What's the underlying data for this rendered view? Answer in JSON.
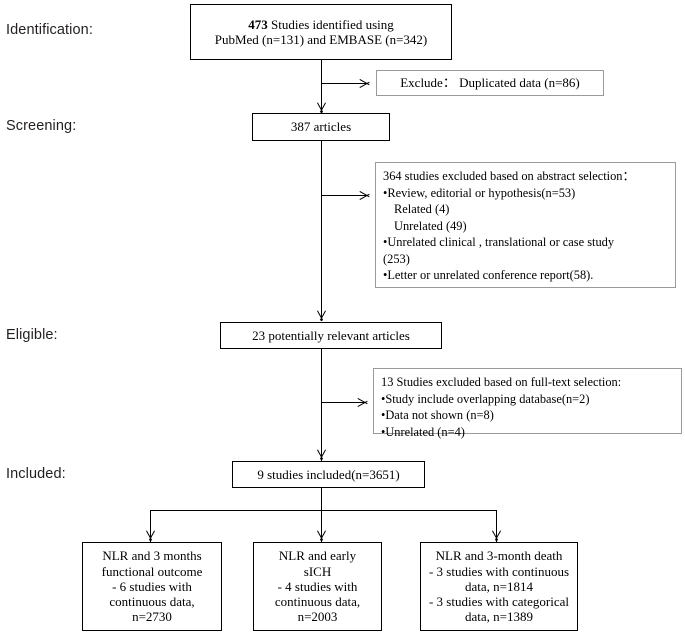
{
  "diagram": {
    "title": "PRISMA study selection flow diagram",
    "stages": [
      {
        "id": "identification",
        "label": "Identification:"
      },
      {
        "id": "screening",
        "label": "Screening:"
      },
      {
        "id": "eligible",
        "label": "Eligible:"
      },
      {
        "id": "included",
        "label": "Included:"
      }
    ],
    "identified_box": {
      "line1_bold": "473",
      "line1_rest": " Studies identified using",
      "line2": "PubMed (n=131) and EMBASE (n=342)"
    },
    "duplicate_exclude_box": {
      "text": "Exclude：  Duplicated data (n=86)"
    },
    "articles_box": {
      "text": "387  articles"
    },
    "abstract_exclude_box": {
      "heading": "364  studies excluded based on abstract selection：",
      "items": [
        "•Review, editorial or hypothesis(n=53)",
        "Related (4)",
        "Unrelated (49)",
        "•Unrelated clinical , translational or case study",
        "(253)",
        "•Letter or unrelated conference report(58)."
      ]
    },
    "relevant_box": {
      "text": "23  potentially relevant articles"
    },
    "fulltext_exclude_box": {
      "heading": "13  Studies excluded based on full-text selection:",
      "items": [
        "•Study include overlapping database(n=2)",
        "•Data not shown (n=8)",
        "•Unrelated   (n=4)"
      ]
    },
    "included_box": {
      "text": "9 studies included(n=3651)"
    },
    "outcome_boxes": [
      {
        "id": "outcome-functional",
        "lines": [
          "NLR and 3 months",
          "functional outcome",
          "- 6  studies with",
          "continuous data,",
          "n=2730"
        ]
      },
      {
        "id": "outcome-sich",
        "lines": [
          "NLR and early",
          "sICH",
          "- 4 studies with",
          "continuous data,",
          "n=2003"
        ]
      },
      {
        "id": "outcome-death",
        "lines": [
          "NLR and 3-month death",
          "- 3  studies with continuous",
          "data, n=1814",
          "- 3  studies with categorical",
          "data, n=1389"
        ]
      }
    ]
  },
  "colors": {
    "stroke": "#000000",
    "thin_stroke": "#9a9a9a",
    "text": "#000000",
    "label_text": "#231f20",
    "background": "#ffffff"
  }
}
